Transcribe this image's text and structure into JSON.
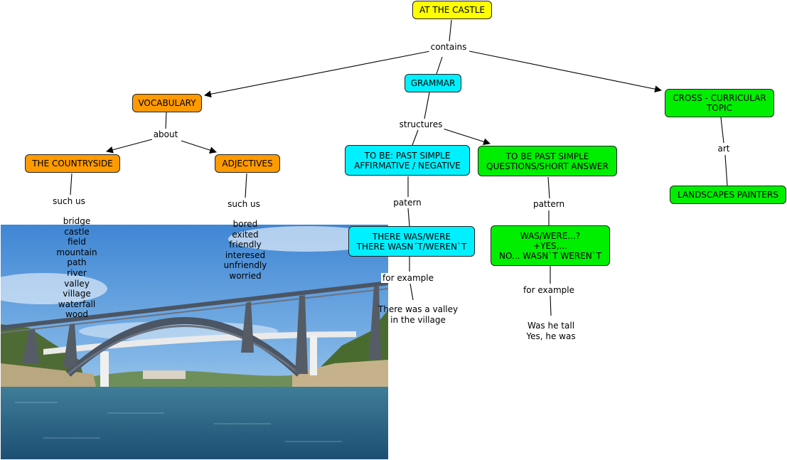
{
  "colors": {
    "yellow": "#ffff00",
    "orange": "#ff9a00",
    "cyan": "#00f0ff",
    "green": "#00ee00"
  },
  "nodes": {
    "root": "AT THE CASTLE",
    "vocabulary": "VOCABULARY",
    "grammar": "GRAMMAR",
    "cross": "CROSS - CURRICULAR\nTOPIC",
    "countryside": "THE COUNTRYSIDE",
    "adjectives": "ADJECTIVES",
    "tobe_aff": "TO BE: PAST SIMPLE\nAFFIRMATIVE / NEGATIVE",
    "tobe_q": "TO BE   PAST SIMPLE\nQUESTIONS/SHORT ANSWER",
    "landscapes": "LANDSCAPES PAINTERS",
    "there_was": "THERE WAS/WERE\nTHERE WASN´T/WEREN`T",
    "was_were": "WAS/WERE...?\n+YES,...\nNO... WASN`T WEREN`T"
  },
  "linking": {
    "contains": "contains",
    "about": "about",
    "structures": "structures",
    "art": "art",
    "such_us_1": "such us",
    "such_us_2": "such us",
    "patern": "patern",
    "pattern": "pattern",
    "for_example_1": "for example",
    "for_example_2": "for example"
  },
  "texts": {
    "countryside_words": "bridge\ncastle\nfield\nmountain\npath\nriver\nvalley\nvillage\nwaterfall\nwood",
    "adjective_words": "bored\nexited\nfriendly\ninteresed\nunfriendly\nworried",
    "example_1": "There was a valley\nin the village",
    "example_2": "Was he tall\nYes, he was"
  },
  "image": {
    "subject": "iron-arch-bridge-over-river-photo"
  }
}
